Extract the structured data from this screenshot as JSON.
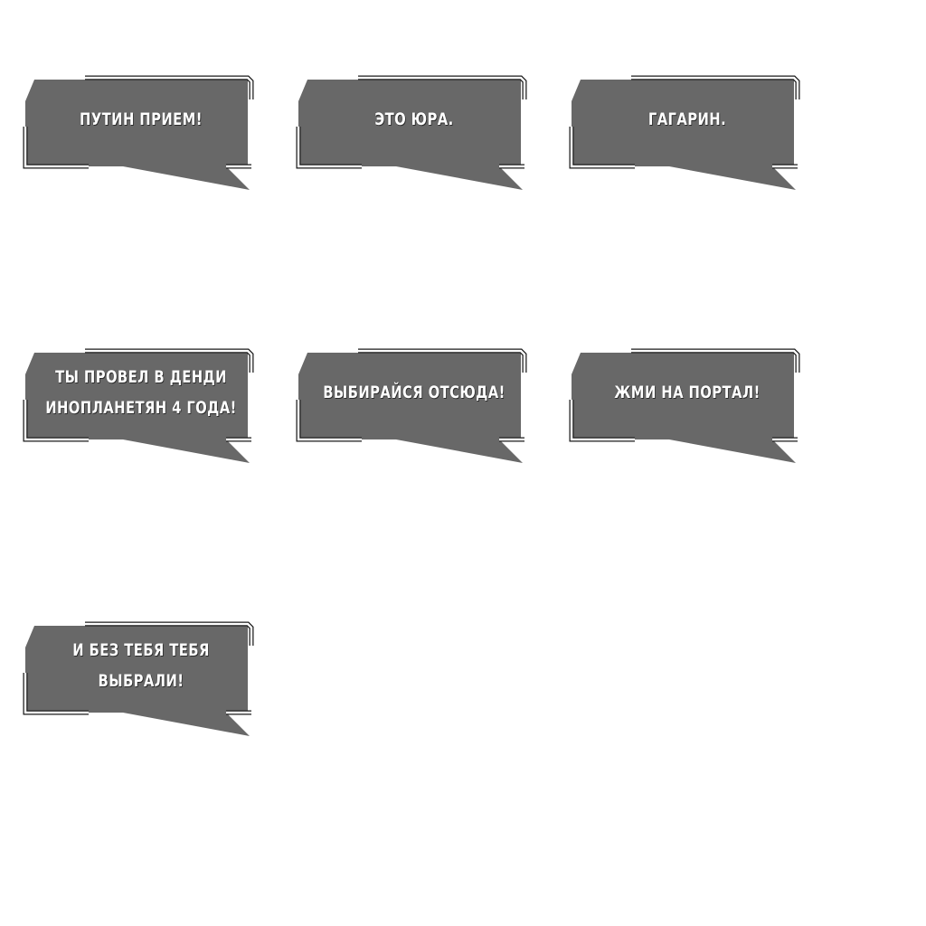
{
  "bubbles": [
    {
      "lines": [
        "Путин прием!"
      ]
    },
    {
      "lines": [
        "Это Юра."
      ]
    },
    {
      "lines": [
        "Гагарин."
      ]
    },
    {
      "lines": [
        "Ты провел в Денди",
        "инопланетян 4 года!"
      ]
    },
    {
      "lines": [
        "Выбирайся отсюда!"
      ]
    },
    {
      "lines": [
        "Жми на портал!"
      ]
    },
    {
      "lines": [
        "И без тебя тебя",
        "выбрали!"
      ]
    }
  ],
  "colors": {
    "bubble_fill": "#686868",
    "bubble_frame": "#ffffff",
    "frame_outline": "#1a1a1a",
    "text": "#ffffff",
    "background": "#ffffff"
  }
}
